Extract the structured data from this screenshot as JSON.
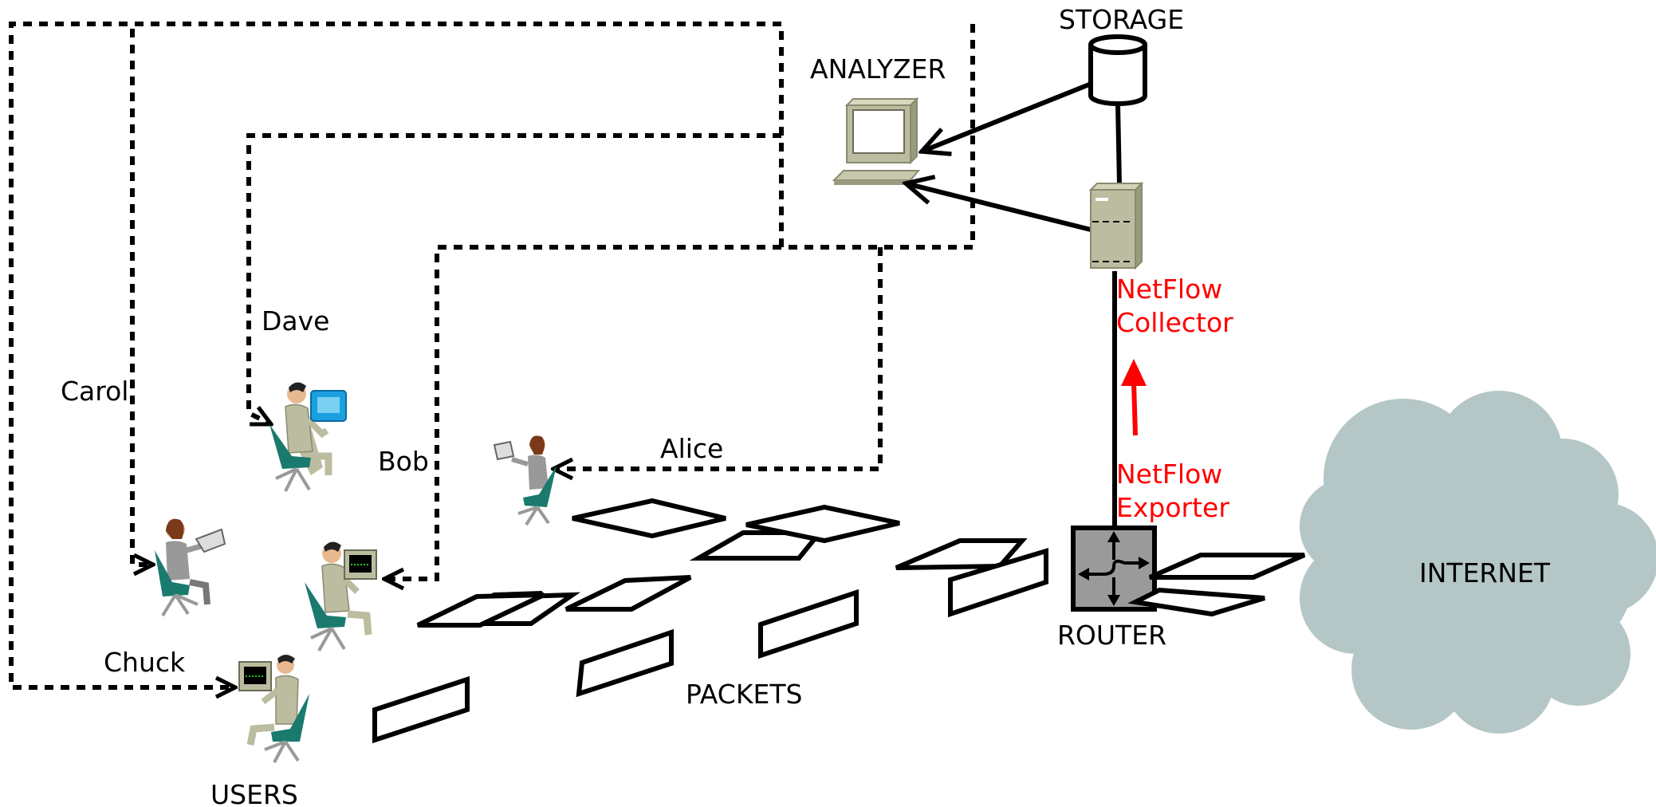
{
  "labels": {
    "storage": "STORAGE",
    "analyzer": "ANALYZER",
    "collector_line1": "NetFlow",
    "collector_line2": "Collector",
    "exporter_line1": "NetFlow",
    "exporter_line2": "Exporter",
    "router": "ROUTER",
    "internet": "INTERNET",
    "packets": "PACKETS",
    "users": "USERS"
  },
  "users": [
    {
      "name": "Dave"
    },
    {
      "name": "Carol"
    },
    {
      "name": "Bob"
    },
    {
      "name": "Alice"
    },
    {
      "name": "Chuck"
    }
  ],
  "colors": {
    "annotation": "#ff0000",
    "cloud": "#b4c6c6",
    "router_fill": "#9a9a9a",
    "device_beige": "#bcbca0",
    "chair_teal": "#1a7a6e"
  },
  "icons": [
    "storage-cylinder-icon",
    "analyzer-computer-icon",
    "collector-server-icon",
    "router-icon",
    "internet-cloud-icon",
    "user-person-icon"
  ]
}
